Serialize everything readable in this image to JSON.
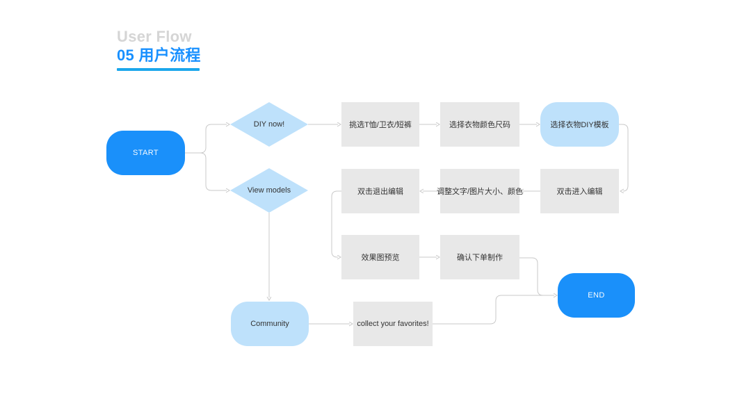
{
  "header": {
    "subtitle": "User Flow",
    "title": "05 用户流程"
  },
  "colors": {
    "primary_blue": "#1a90fa",
    "light_blue": "#bee1fb",
    "box_gray": "#e8e8e8",
    "connector_gray": "#c9c9c9",
    "subtitle_gray": "#d5d5d5",
    "title_blue": "#1890ff",
    "underline_blue": "#1ba7ec"
  },
  "flowchart": {
    "nodes": [
      {
        "id": "start",
        "label": "START",
        "type": "terminal"
      },
      {
        "id": "diy-now",
        "label": "DIY now!",
        "type": "decision"
      },
      {
        "id": "view-models",
        "label": "View models",
        "type": "decision"
      },
      {
        "id": "pick-clothing",
        "label": "挑选T恤/卫衣/短裤",
        "type": "process"
      },
      {
        "id": "choose-color",
        "label": "选择衣物颜色尺码",
        "type": "process"
      },
      {
        "id": "choose-template",
        "label": "选择衣物DIY模板",
        "type": "subroutine"
      },
      {
        "id": "exit-edit",
        "label": "双击退出编辑",
        "type": "process"
      },
      {
        "id": "adjust",
        "label": "调整文字/图片大小、颜色",
        "type": "process"
      },
      {
        "id": "enter-edit",
        "label": "双击进入编辑",
        "type": "process"
      },
      {
        "id": "preview",
        "label": "效果图预览",
        "type": "process"
      },
      {
        "id": "confirm",
        "label": "确认下单制作",
        "type": "process"
      },
      {
        "id": "community",
        "label": "Community",
        "type": "subroutine"
      },
      {
        "id": "collect",
        "label": "collect your favorites!",
        "type": "process"
      },
      {
        "id": "end",
        "label": "END",
        "type": "terminal"
      }
    ]
  }
}
